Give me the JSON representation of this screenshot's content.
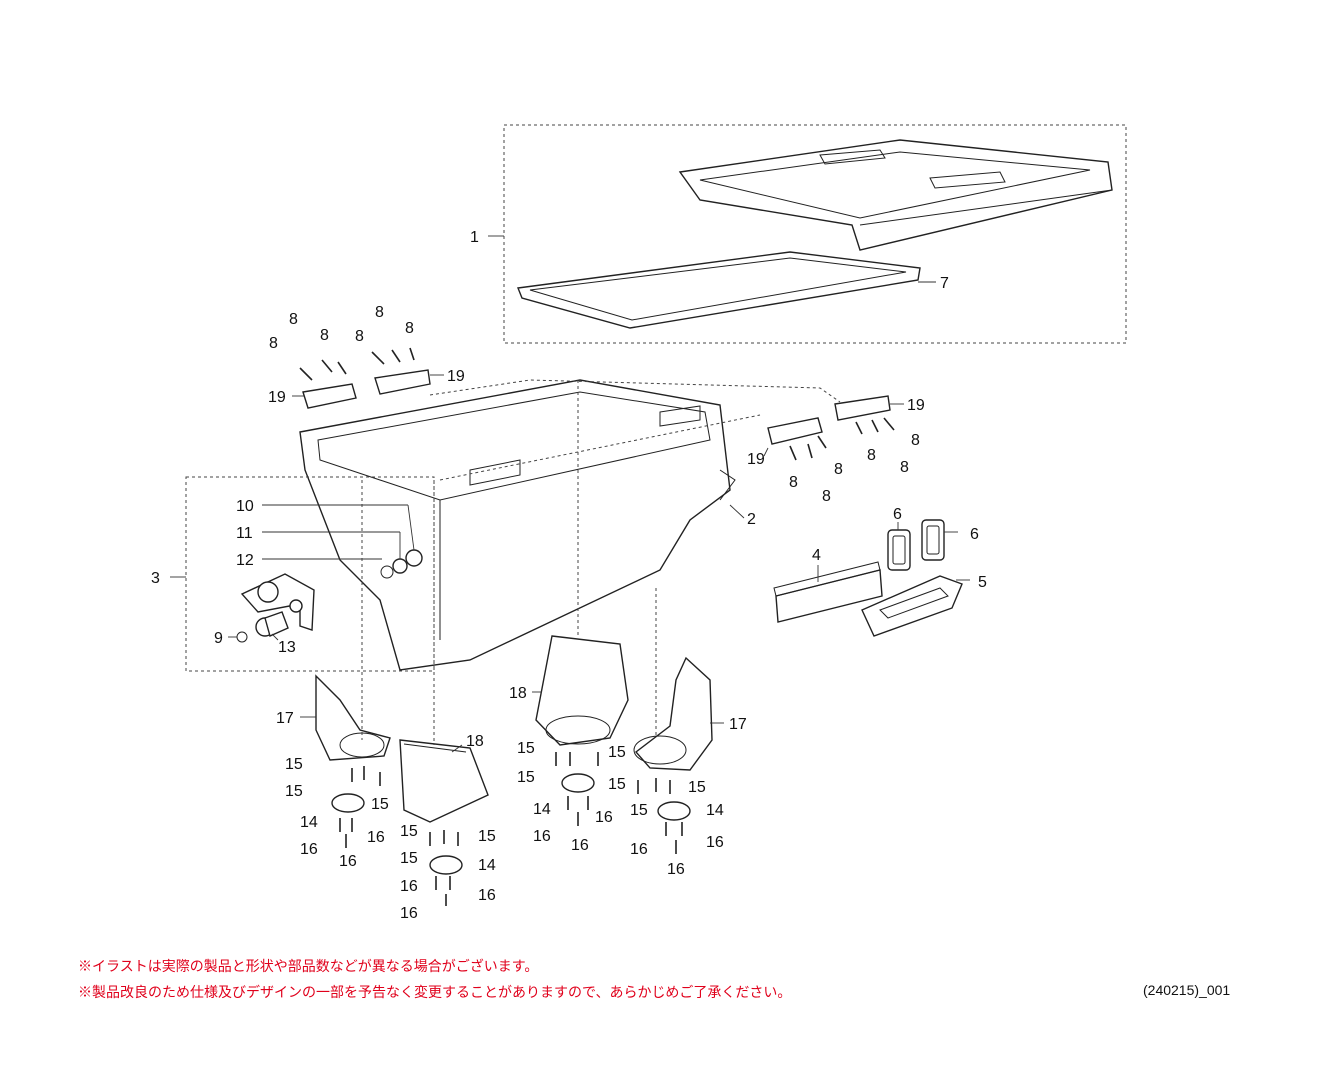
{
  "notes": [
    "※イラストは実際の製品と形状や部品数などが異なる場合がございます。",
    "※製品改良のため仕様及びデザインの一部を予告なく変更することがありますので、あらかじめご了承ください。"
  ],
  "doc_code": "(240215)_001",
  "colors": {
    "note_text": "#e0001b",
    "line_art": "#222222",
    "callout_text": "#111111"
  },
  "callouts": {
    "c1": "1",
    "c2": "2",
    "c3": "3",
    "c4": "4",
    "c5": "5",
    "c6a": "6",
    "c6b": "6",
    "c7": "7",
    "c8a": "8",
    "c8b": "8",
    "c8c": "8",
    "c8d": "8",
    "c8e": "8",
    "c8f": "8",
    "c8g": "8",
    "c8h": "8",
    "c8i": "8",
    "c8j": "8",
    "c8k": "8",
    "c8l": "8",
    "c9": "9",
    "c10": "10",
    "c11": "11",
    "c12": "12",
    "c13": "13",
    "c14a": "14",
    "c14b": "14",
    "c14c": "14",
    "c14d": "14",
    "c15a": "15",
    "c15b": "15",
    "c15c": "15",
    "c15d": "15",
    "c15e": "15",
    "c15f": "15",
    "c15g": "15",
    "c15h": "15",
    "c15i": "15",
    "c15j": "15",
    "c15k": "15",
    "c15l": "15",
    "c16a": "16",
    "c16b": "16",
    "c16c": "16",
    "c16d": "16",
    "c16e": "16",
    "c16f": "16",
    "c16g": "16",
    "c16h": "16",
    "c16i": "16",
    "c16j": "16",
    "c16k": "16",
    "c16l": "16",
    "c17a": "17",
    "c17b": "17",
    "c18a": "18",
    "c18b": "18",
    "c19a": "19",
    "c19b": "19",
    "c19c": "19",
    "c19d": "19"
  }
}
